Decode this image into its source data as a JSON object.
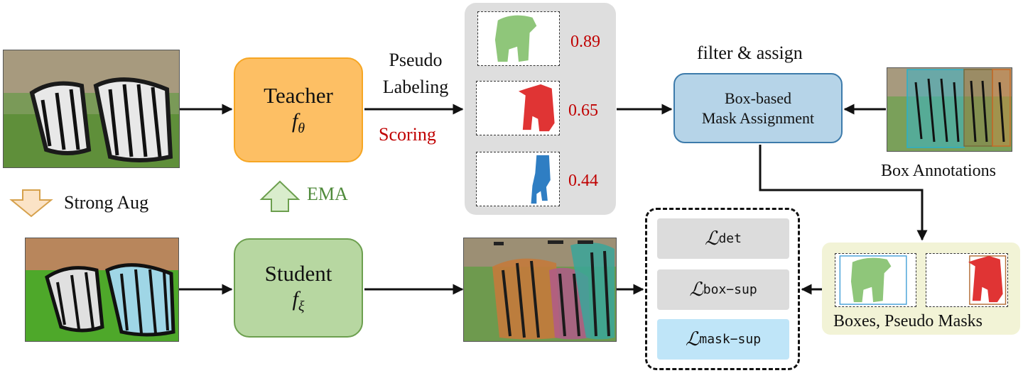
{
  "teacher": {
    "name": "Teacher",
    "fn": "f",
    "sub": "θ"
  },
  "student": {
    "name": "Student",
    "fn": "f",
    "sub": "ξ"
  },
  "pseudo_labeling": {
    "line1": "Pseudo",
    "line2": "Labeling"
  },
  "scoring": "Scoring",
  "strong_aug": "Strong Aug",
  "ema": "EMA",
  "scores": [
    "0.89",
    "0.65",
    "0.44"
  ],
  "filter_assign": "filter & assign",
  "assignment_box": {
    "line1": "Box-based",
    "line2": "Mask Assignment"
  },
  "box_annotations": "Box Annotations",
  "losses": {
    "L": "ℒ",
    "det": "det",
    "box_sup": "box−sup",
    "mask_sup": "mask−sup"
  },
  "result_caption": "Boxes, Pseudo Masks",
  "colors": {
    "teacher_fill": "#fdbf64",
    "teacher_border": "#f6a623",
    "student_fill": "#b7d7a1",
    "student_border": "#6c9f4e",
    "assign_fill": "#b6d4e8",
    "assign_border": "#3d7bab",
    "mask_green": "#8fc67a",
    "mask_red": "#e03434",
    "mask_blue": "#2f7ec3",
    "score_red": "#c00000",
    "loss_gray": "#dcdcdc",
    "loss_blue": "#bfe5f8"
  }
}
